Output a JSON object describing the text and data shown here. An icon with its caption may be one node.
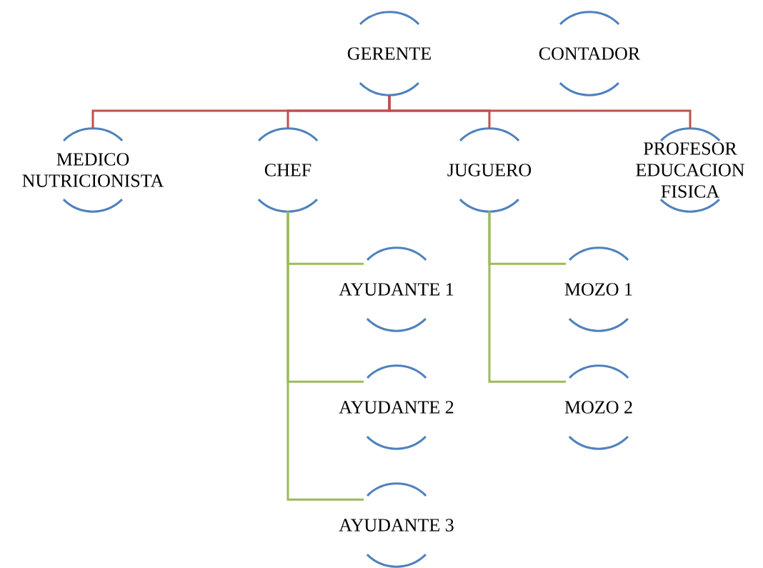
{
  "diagram": {
    "nodes": [
      {
        "text": [
          "GERENTE"
        ]
      },
      {
        "text": [
          "CONTADOR"
        ]
      },
      {
        "text": [
          "MEDICO NUTRICIONISTA"
        ]
      },
      {
        "text": [
          "CHEF"
        ]
      },
      {
        "text": [
          "JUGUERO"
        ]
      },
      {
        "text": [
          "PROFESOR EDUCACION FISICA"
        ]
      },
      {
        "text": [
          "AYUDANTE 1"
        ]
      },
      {
        "text": [
          "AYUDANTE 2"
        ]
      },
      {
        "text": [
          "AYUDANTE 3"
        ]
      },
      {
        "text": [
          "MOZO 1"
        ]
      },
      {
        "text": [
          "MOZO 2"
        ]
      }
    ],
    "edges": [
      {
        "from": 0,
        "to": 2,
        "arrow": "none",
        "color": "#c0504d"
      },
      {
        "from": 0,
        "to": 3,
        "arrow": "none",
        "color": "#c0504d"
      },
      {
        "from": 0,
        "to": 4,
        "arrow": "none",
        "color": "#c0504d"
      },
      {
        "from": 0,
        "to": 5,
        "arrow": "none",
        "color": "#c0504d"
      },
      {
        "from": 3,
        "to": 6,
        "arrow": "none"
      },
      {
        "from": 3,
        "to": 7,
        "arrow": "none"
      },
      {
        "from": 3,
        "to": 8,
        "arrow": "none"
      },
      {
        "from": 4,
        "to": 9,
        "arrow": "none"
      },
      {
        "from": 4,
        "to": 10,
        "arrow": "none"
      }
    ]
  }
}
